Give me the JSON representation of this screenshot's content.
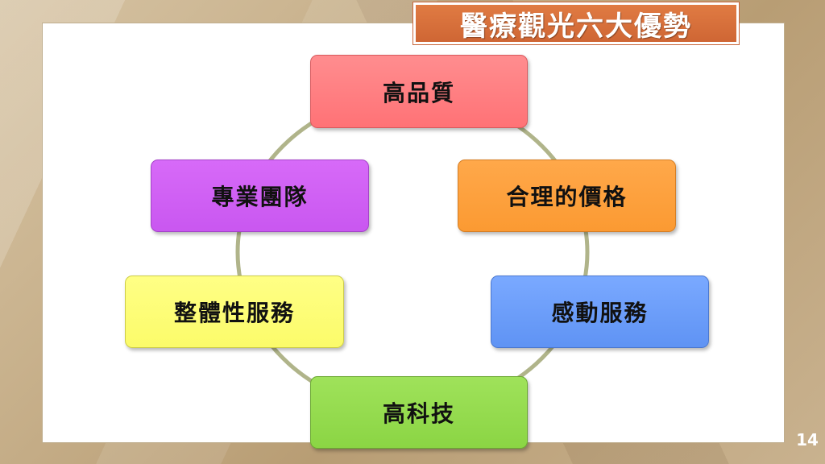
{
  "slide": {
    "title": "醫療觀光六大優勢",
    "page_number": "14"
  },
  "diagram": {
    "type": "cycle",
    "nodes": [
      {
        "id": "top",
        "label": "高品質",
        "color": "#ff7f82"
      },
      {
        "id": "top-right",
        "label": "合理的價格",
        "color": "#fca13d"
      },
      {
        "id": "bottom-right",
        "label": "感動服務",
        "color": "#6a9cf8"
      },
      {
        "id": "bottom",
        "label": "高科技",
        "color": "#94da4e"
      },
      {
        "id": "bottom-left",
        "label": "整體性服務",
        "color": "#fdfd77"
      },
      {
        "id": "top-left",
        "label": "專業團隊",
        "color": "#cf60f4"
      }
    ],
    "ring_color": "#b0b48a"
  }
}
